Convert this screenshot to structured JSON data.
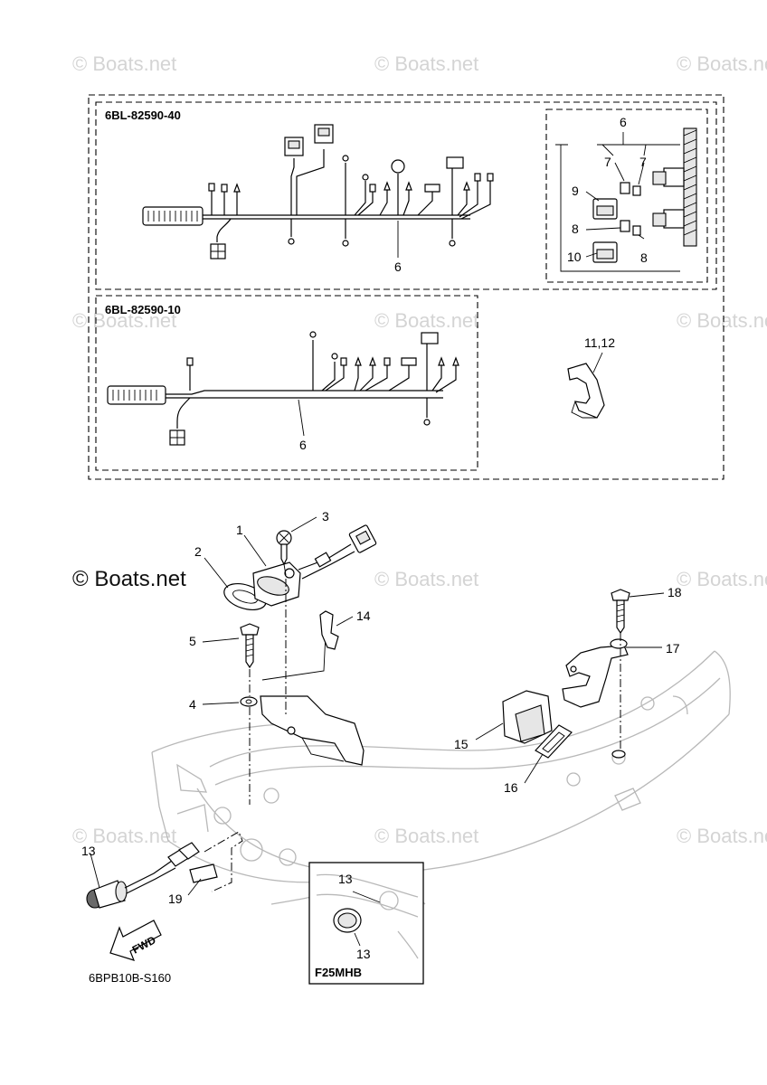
{
  "watermarks": {
    "light": "© Boats.net",
    "strong": "© Boats.net"
  },
  "kits": {
    "kit_40": "6BL-82590-40",
    "kit_10": "6BL-82590-10",
    "variant": "F25MHB"
  },
  "callouts": {
    "c1": "1",
    "c2": "2",
    "c3": "3",
    "c4": "4",
    "c5": "5",
    "c6a": "6",
    "c6b": "6",
    "c6c": "6",
    "c7a": "7",
    "c7b": "7",
    "c8a": "8",
    "c8b": "8",
    "c9": "9",
    "c10": "10",
    "c11_12": "11,12",
    "c13a": "13",
    "c13b": "13",
    "c14": "14",
    "c15": "15",
    "c16": "16",
    "c17": "17",
    "c18": "18",
    "c19": "19"
  },
  "fwd_label": "FWD",
  "figure_code": "6BPB10B-S160",
  "colors": {
    "ink": "#000000",
    "watermark": "#d4d4d4",
    "hull_line": "#b8b8b8"
  }
}
